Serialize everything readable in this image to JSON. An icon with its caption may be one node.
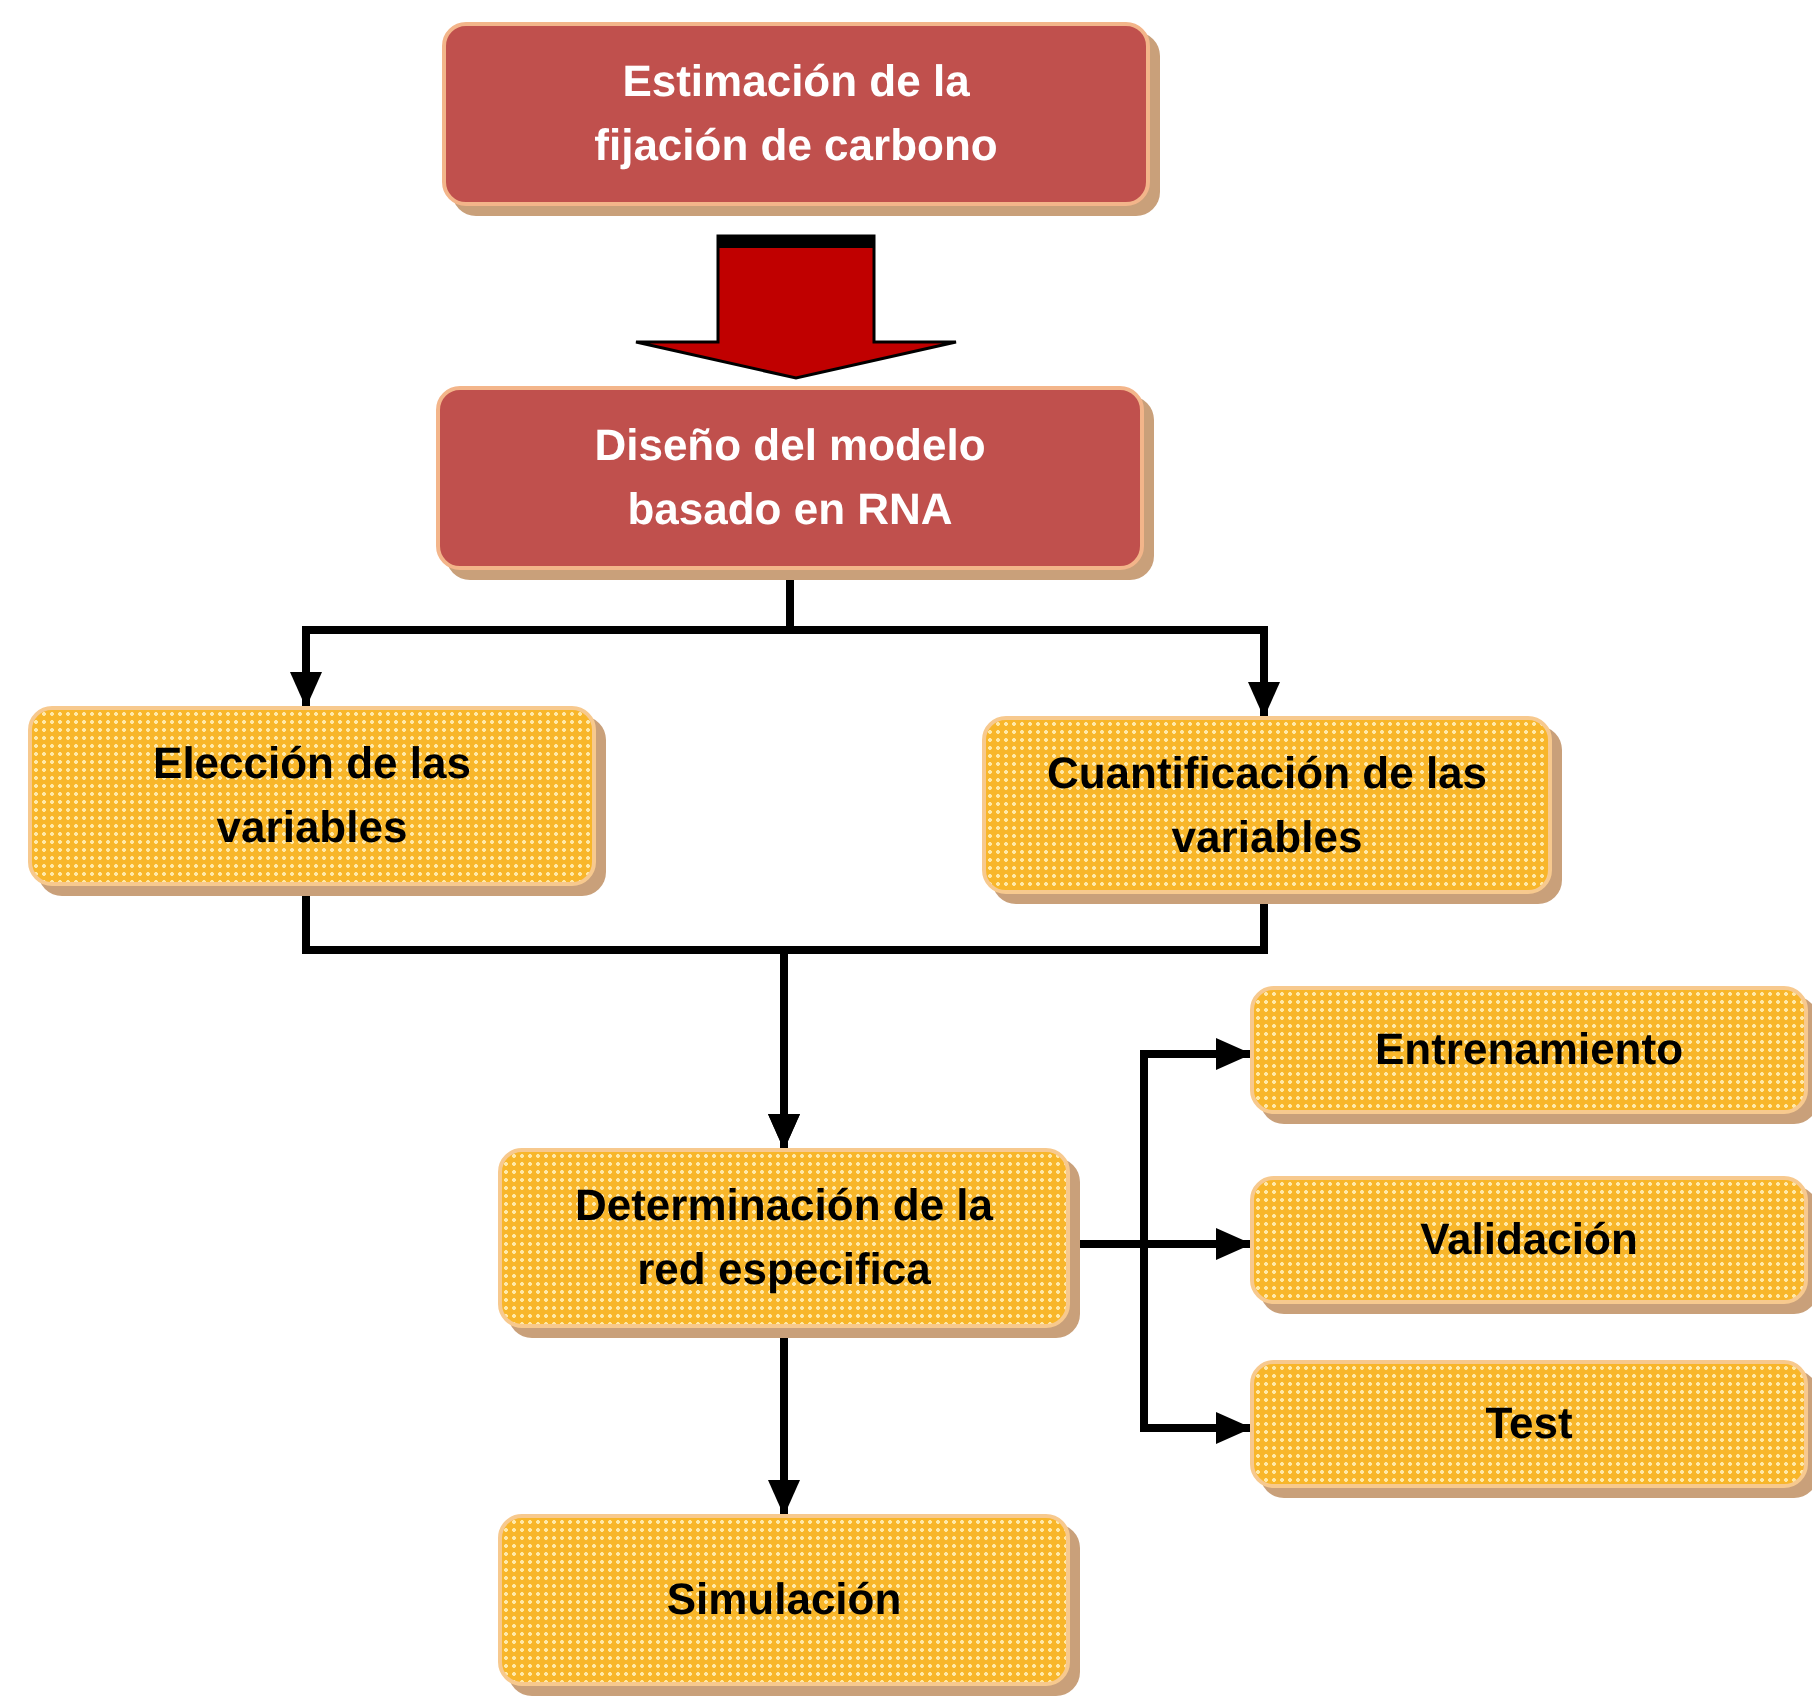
{
  "diagram": {
    "nodes": [
      {
        "text": [
          "Estimación de la fijación de carbono"
        ]
      },
      {
        "text": [
          "Diseño del modelo basado en RNA"
        ]
      },
      {
        "text": [
          "Elección de las variables"
        ]
      },
      {
        "text": [
          "Cuantificación de las variables"
        ]
      },
      {
        "text": [
          "Determinación de la red especifica"
        ]
      },
      {
        "text": [
          "Entrenamiento"
        ]
      },
      {
        "text": [
          "Validación"
        ]
      },
      {
        "text": [
          "Test"
        ]
      },
      {
        "text": [
          "Simulación"
        ]
      }
    ],
    "edges": [
      {
        "from": 0,
        "to": 1,
        "arrow": "to",
        "style": "thick",
        "color": "#c00000"
      },
      {
        "from": 1,
        "to": 2,
        "arrow": "to"
      },
      {
        "from": 1,
        "to": 3,
        "arrow": "to"
      },
      {
        "from": 2,
        "to": 4,
        "arrow": "to"
      },
      {
        "from": 3,
        "to": 4,
        "arrow": "to"
      },
      {
        "from": 4,
        "to": 5,
        "arrow": "to"
      },
      {
        "from": 4,
        "to": 6,
        "arrow": "to"
      },
      {
        "from": 4,
        "to": 7,
        "arrow": "to"
      },
      {
        "from": 4,
        "to": 8,
        "arrow": "to"
      }
    ]
  }
}
